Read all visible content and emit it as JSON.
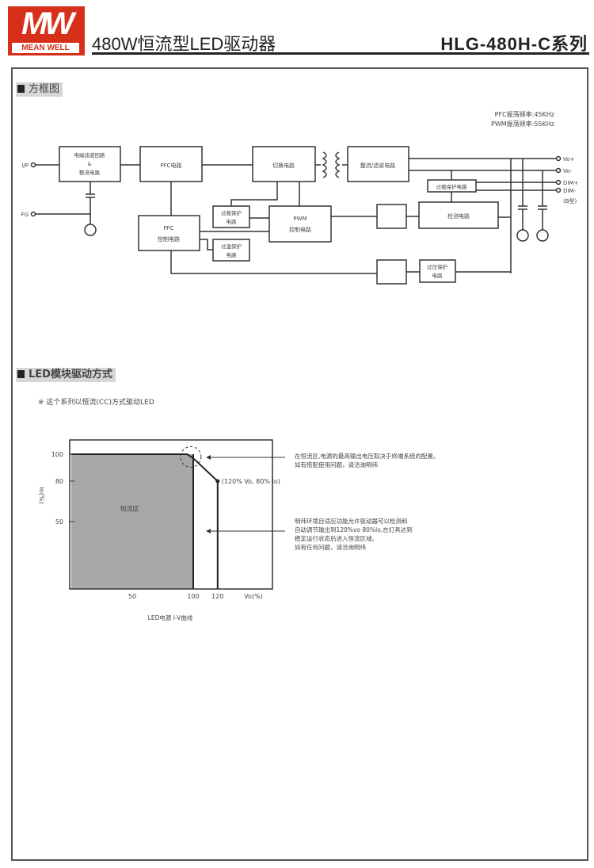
{
  "header": {
    "logo_text": "MW",
    "logo_sub": "MEAN WELL",
    "title": "480W恒流型LED驱动器",
    "series": "HLG-480H-C系列"
  },
  "block_diagram": {
    "section_title": "方框图",
    "freq": [
      "PFC振荡频率:45KHz",
      "PWM振荡频率:55KHz"
    ],
    "input_label": "I/P",
    "fg_label": "FG",
    "emi": [
      "电磁滤波回路",
      "&",
      "整流电路"
    ],
    "pfc": "PFC电路",
    "switch": "切换电路",
    "rect": "整流/滤波电路",
    "ocp_out": "过载保护电路",
    "detect": "检测电路",
    "pwm": [
      "PWM",
      "控制电路"
    ],
    "olp": [
      "过载保护",
      "电路"
    ],
    "pfc_ctrl": [
      "PFC",
      "控制电路"
    ],
    "otp": [
      "过温保护",
      "电路"
    ],
    "ovp": [
      "过压保护",
      "电路"
    ],
    "outputs": [
      "Vo+",
      "Vo-",
      "DIM+",
      "DIM-",
      "(B型)"
    ]
  },
  "drive": {
    "section_title": "LED模块驱动方式",
    "note": "※ 这个系列以恒流(CC)方式驱动LED",
    "cc_region": "恒流区",
    "point_label": "(120% Vo, 80% Io)",
    "annotation1": [
      "在恒流区,电源的最高输出电压取决于终端系统的配置。",
      "如有搭配使用问题，请洽询明纬"
    ],
    "annotation2": [
      "明纬环境自适应功能允许驱动器可以检测和",
      "自动调节输出到120%vo 80%Io,在灯具达到",
      "稳定运行状态后进入恒流区域。",
      "如有任何问题，请洽询明纬"
    ],
    "caption": "LED电源 I-V曲线"
  },
  "chart_data": {
    "type": "line",
    "title": "LED电源 I-V曲线",
    "xlabel": "Vo(%)",
    "ylabel": "Io(%)",
    "xticks": [
      "50",
      "100",
      "120"
    ],
    "yticks": [
      "100",
      "80",
      "50"
    ],
    "xlim": [
      0,
      165
    ],
    "ylim": [
      0,
      110
    ],
    "series": [
      {
        "name": "I-V",
        "x": [
          0,
          95,
          100,
          120,
          120
        ],
        "y": [
          100,
          100,
          97,
          80,
          0
        ]
      }
    ],
    "cc_region": {
      "x": [
        0,
        100
      ],
      "y": [
        0,
        100
      ]
    }
  }
}
